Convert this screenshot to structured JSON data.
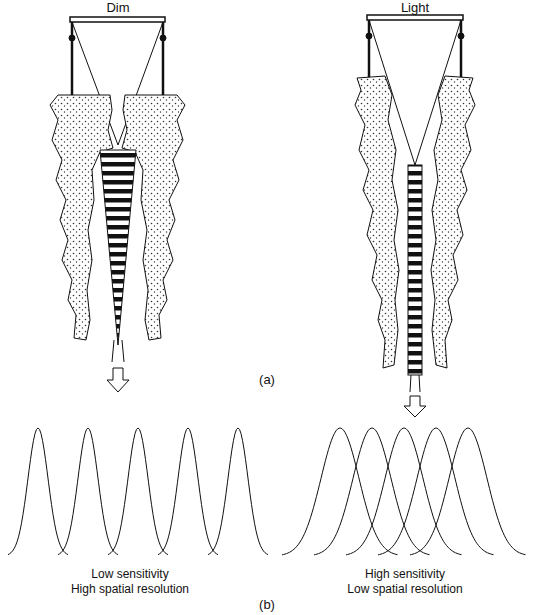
{
  "diagram": {
    "labels": [
      "Dim",
      "Light",
      "(a)",
      "Low sensitivity",
      "High spatial resolution",
      "High sensitivity",
      "Low spatial resolution",
      "(b)"
    ]
  }
}
